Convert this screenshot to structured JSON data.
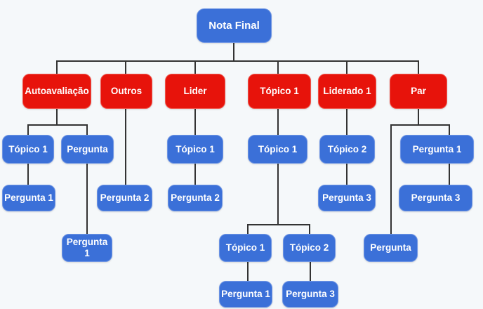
{
  "diagram": {
    "type": "tree",
    "colors": {
      "background": "#f5f8fa",
      "level1_node": "#3b70d8",
      "level2_node": "#e7130b",
      "child_node": "#3b70d8",
      "connector": "#333333",
      "text": "#ffffff"
    },
    "hierarchy": {
      "Nota Final": {
        "Autoavaliação": {
          "Tópico 1": [
            "Pergunta 1"
          ],
          "Pergunta": [
            "Pergunta 1"
          ]
        },
        "Outros": [
          "Pergunta 2"
        ],
        "Lider": {
          "Tópico 1": [
            "Pergunta 2"
          ]
        },
        "Tópico 1": {
          "Tópico 1": {
            "Tópico 1": [
              "Pergunta 1"
            ],
            "Tópico 2": [
              "Pergunta 3"
            ]
          }
        },
        "Liderado 1": {
          "Tópico 2": [
            "Pergunta 3"
          ]
        },
        "Par": {
          "Pergunta 1": [
            "Pergunta 3"
          ],
          "Pergunta": []
        }
      }
    },
    "nodes": [
      {
        "label": "Nota Final"
      },
      {
        "label": "Autoavaliação"
      },
      {
        "label": "Outros"
      },
      {
        "label": "Lider"
      },
      {
        "label": "Tópico 1"
      },
      {
        "label": "Liderado 1"
      },
      {
        "label": "Par"
      },
      {
        "label": "Tópico 1"
      },
      {
        "label": "Pergunta"
      },
      {
        "label": "Tópico 1"
      },
      {
        "label": "Tópico 1"
      },
      {
        "label": "Tópico 2"
      },
      {
        "label": "Pergunta 1"
      },
      {
        "label": "Pergunta 1"
      },
      {
        "label": "Pergunta 2"
      },
      {
        "label": "Pergunta 2"
      },
      {
        "label": "Pergunta 3"
      },
      {
        "label": "Pergunta 3"
      },
      {
        "label": "Pergunta 1"
      },
      {
        "label": "Tópico 1"
      },
      {
        "label": "Tópico 2"
      },
      {
        "label": "Pergunta"
      },
      {
        "label": "Pergunta 1"
      },
      {
        "label": "Pergunta 3"
      }
    ]
  }
}
